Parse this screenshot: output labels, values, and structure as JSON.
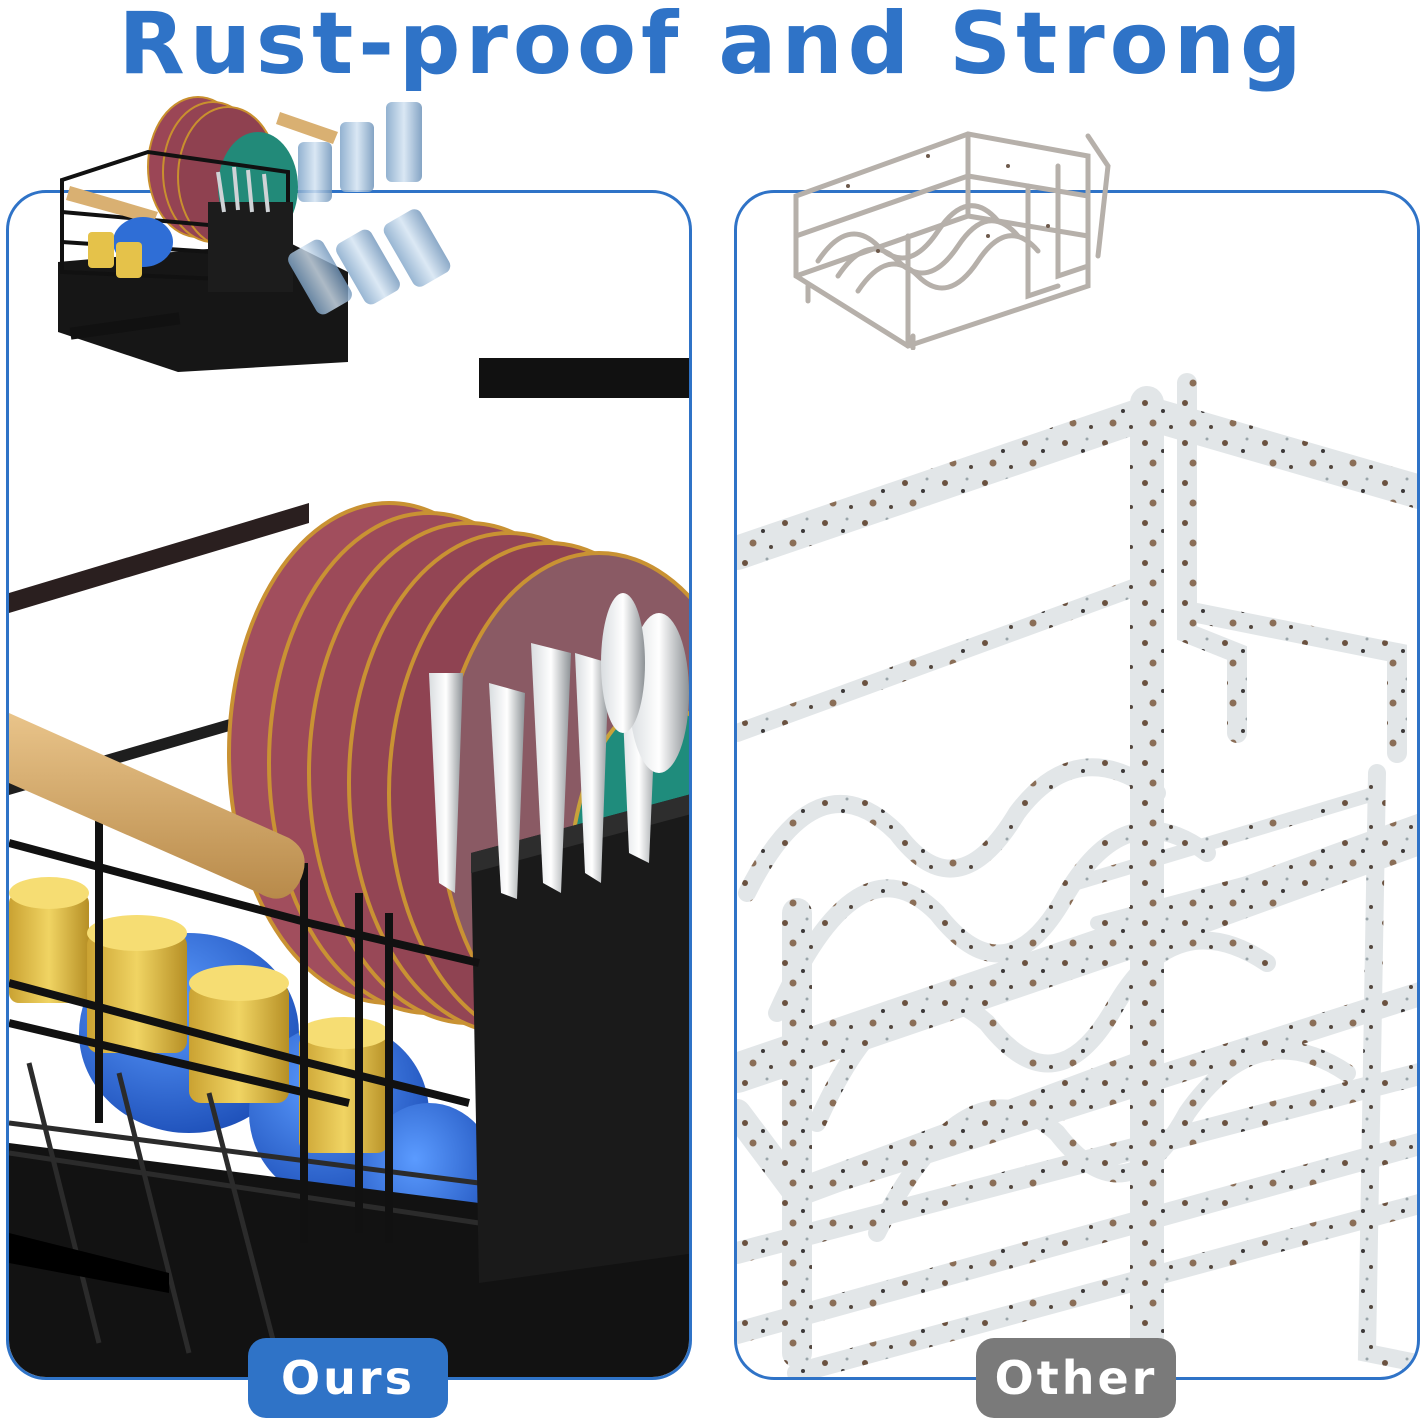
{
  "headline": "Rust-proof and Strong",
  "labels": {
    "ours": "Ours",
    "other": "Other"
  },
  "colors": {
    "accent_blue": "#2f73c7",
    "other_gray": "#7a7a7a",
    "plate_red": "#9b4656",
    "rim_gold": "#c9902e",
    "bowl_blue": "#2f6ed6",
    "cup_yellow": "#e5c24a",
    "rack_black": "#1b1b1b",
    "rust_white": "#e2e6e8"
  },
  "icons": {
    "ours_product": "black-dish-rack-with-plates-cups-cutlery",
    "other_product": "rusty-wire-dish-rack"
  }
}
